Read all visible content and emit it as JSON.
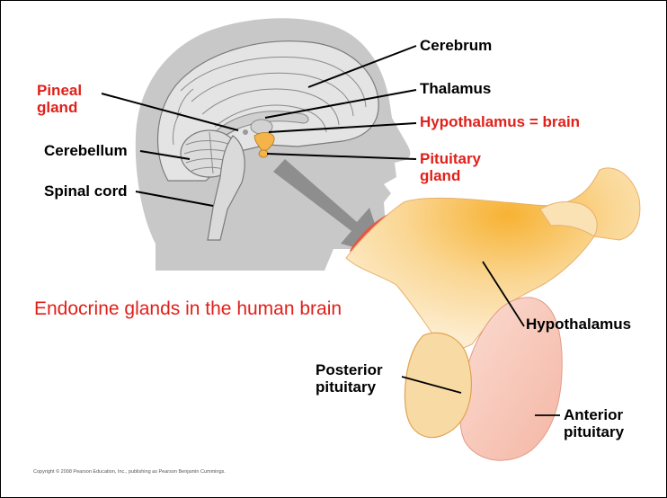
{
  "labels": {
    "cerebrum": "Cerebrum",
    "thalamus": "Thalamus",
    "hypothalamus_brain": "Hypothalamus = brain",
    "pituitary_gland_line1": "Pituitary",
    "pituitary_gland_line2": "gland",
    "pineal_gland_line1": "Pineal",
    "pineal_gland_line2": "gland",
    "cerebellum": "Cerebellum",
    "spinal_cord": "Spinal cord",
    "hypothalamus": "Hypothalamus",
    "posterior_pituitary_line1": "Posterior",
    "posterior_pituitary_line2": "pituitary",
    "anterior_pituitary_line1": "Anterior",
    "anterior_pituitary_line2": "pituitary"
  },
  "caption": "Endocrine  glands  in the human  brain",
  "copyright": "Copyright © 2008 Pearson Education, Inc., publishing as Pearson Benjamin Cummings.",
  "colors": {
    "highlight_label": "#e0201a",
    "head_silhouette": "#c8c8c8",
    "brain_fill": "#e2e2e2",
    "hypothalamus_tissue": "#fbe3b4",
    "anterior_pituitary": "#f7c8b8",
    "posterior_pituitary": "#f6d9a2",
    "tissue_edge": "#e2553e"
  }
}
